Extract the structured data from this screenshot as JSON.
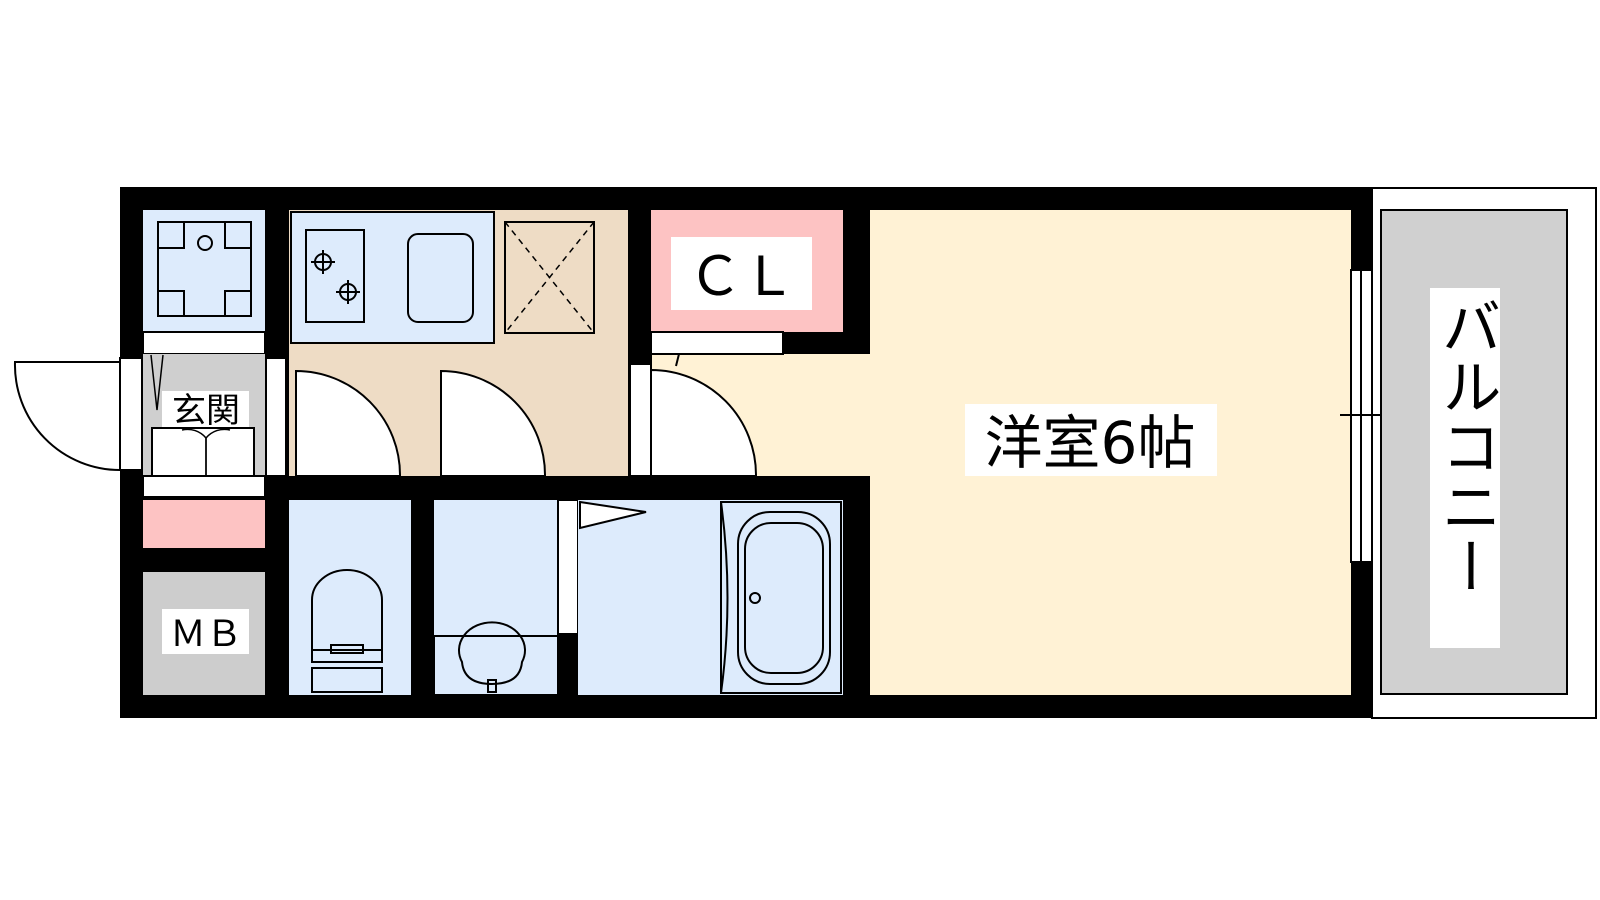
{
  "rooms": {
    "western_room": {
      "label": "洋室6帖",
      "fill": "#FFF2D5"
    },
    "closet": {
      "label": "ＣＬ",
      "fill": "#FDC3C3"
    },
    "entrance": {
      "label": "玄関",
      "fill": "#CFCFCF"
    },
    "meter_box": {
      "label": "ＭＢ",
      "fill": "#CDCDCD"
    },
    "balcony": {
      "label": "バルコニー",
      "fill": "#D0D0D0"
    },
    "kitchen": {
      "fill": "#EEDCC5"
    },
    "wet_areas": {
      "fill": "#DDEBFC"
    }
  },
  "colors": {
    "wall": "#000000",
    "white": "#ffffff"
  },
  "icons": [
    "washing-machine-pan-icon",
    "gas-stove-icon",
    "sink-icon",
    "refrigerator-space-icon",
    "toilet-icon",
    "washbasin-icon",
    "bathtub-icon",
    "door-swing-icon",
    "window-icon"
  ]
}
